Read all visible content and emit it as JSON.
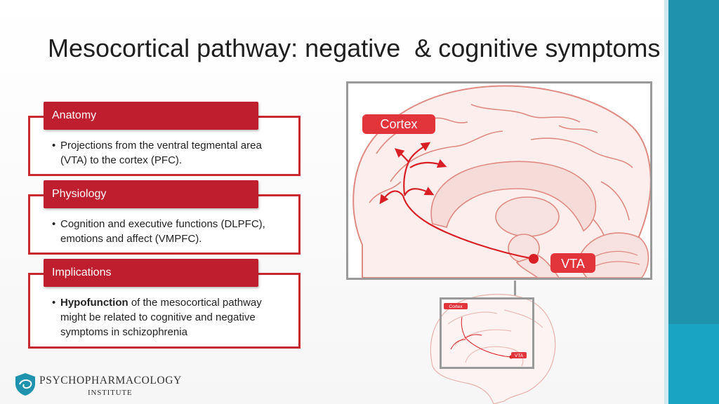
{
  "slide": {
    "title": "Mesocortical pathway: negative  & cognitive symptoms"
  },
  "sections": [
    {
      "heading": "Anatomy",
      "bullet": "•",
      "text": "Projections from the ventral tegmental area (VTA) to the cortex (PFC)."
    },
    {
      "heading": "Physiology",
      "bullet": "•",
      "text": "Cognition and executive functions (DLPFC), emotions and affect (VMPFC)."
    },
    {
      "heading": "Implications",
      "bullet": "•",
      "bold": "Hypofunction",
      "text": " of the mesocortical pathway might be related to cognitive and negative symptoms in schizophrenia"
    }
  ],
  "diagram": {
    "cortex_label": "Cortex",
    "vta_label": "VTA",
    "colors": {
      "pathway": "#d91f26",
      "brain_outline": "#e08a84",
      "brain_fill": "#fbeeec",
      "frame": "#9a9a9a"
    }
  },
  "logo": {
    "line1": "PSYCHOPHARMACOLOGY",
    "line2": "INSTITUTE",
    "icon": "shield-icon"
  },
  "theme": {
    "accent_red": "#bf1e2e",
    "side_bar": "#1f93ad"
  }
}
